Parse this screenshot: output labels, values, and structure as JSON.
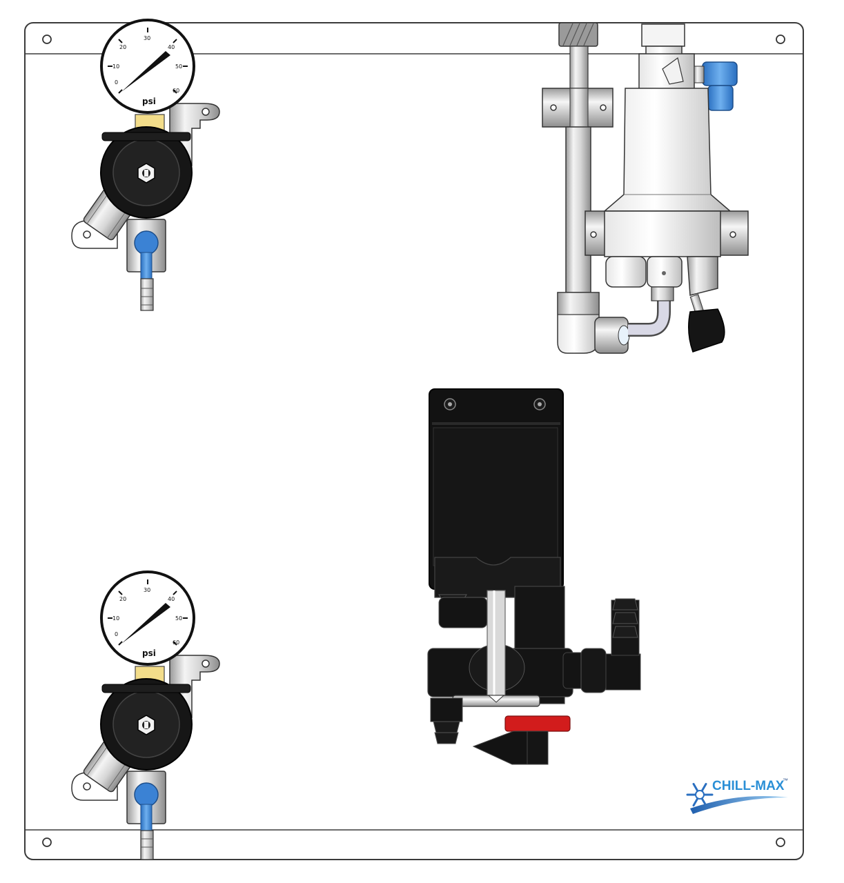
{
  "panel": {
    "gauge_unit_label": "psi",
    "gauge_tick_labels": [
      "0",
      "10",
      "20",
      "30",
      "40",
      "50",
      "60"
    ]
  },
  "logo": {
    "brand": "CHILL-MAX",
    "trademark": "™"
  },
  "colors": {
    "panel_fill": "#ffffff",
    "outline": "#3a3a3a",
    "regulator_body": "#161616",
    "fitting_blue": "#3b82d4",
    "brass": "#f3dd8a",
    "pump_body": "#121212",
    "red_band": "#d21c1c",
    "brand_blue": "#2a8fd6"
  },
  "icons": [
    "hex-nut-icon",
    "snowflake-icon",
    "mounting-hole-icon"
  ]
}
